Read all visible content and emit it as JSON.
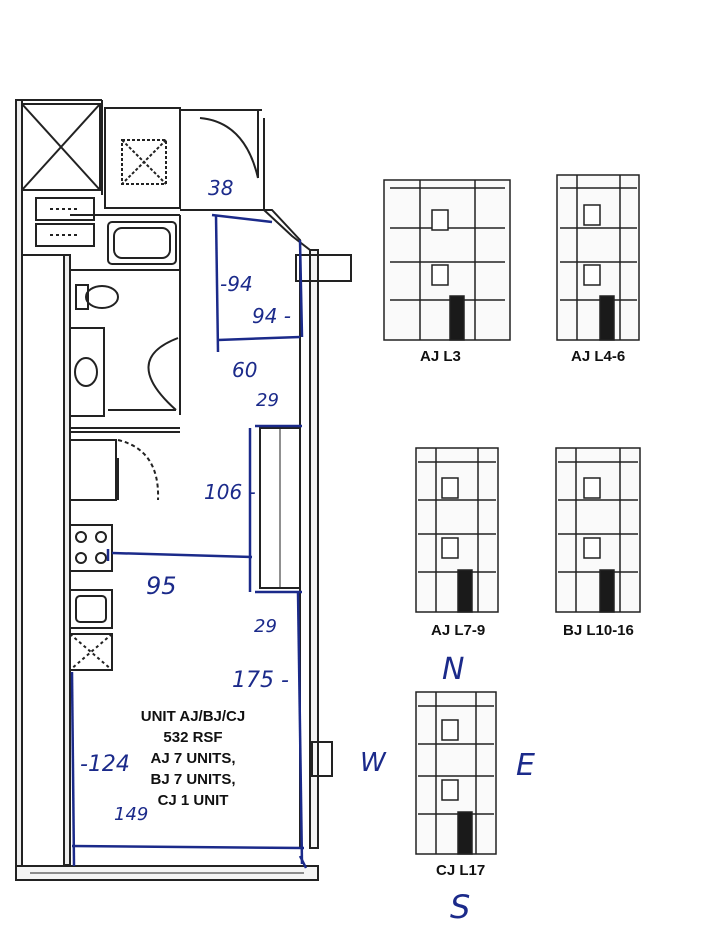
{
  "unit_info": {
    "lines": [
      "UNIT AJ/BJ/CJ",
      "532 RSF",
      "AJ 7 UNITS,",
      "BJ 7 UNITS,",
      "CJ 1 UNIT"
    ]
  },
  "key_plans": [
    {
      "label": "AJ L3"
    },
    {
      "label": "AJ L4-6"
    },
    {
      "label": "AJ L7-9"
    },
    {
      "label": "BJ L10-16"
    },
    {
      "label": "CJ L17"
    }
  ],
  "compass": {
    "north": "N",
    "south": "S",
    "east": "E",
    "west": "W"
  },
  "dimensions": {
    "d38": "38",
    "d94a": "-94",
    "d94b": "94 -",
    "d60": "60",
    "d29a": "29",
    "d106": "106 -",
    "d95": "95",
    "d29b": "29",
    "d175": "175 -",
    "d124": "-124",
    "d149": "149"
  },
  "colors": {
    "ink": "#1b2a8a",
    "line": "#222222"
  }
}
